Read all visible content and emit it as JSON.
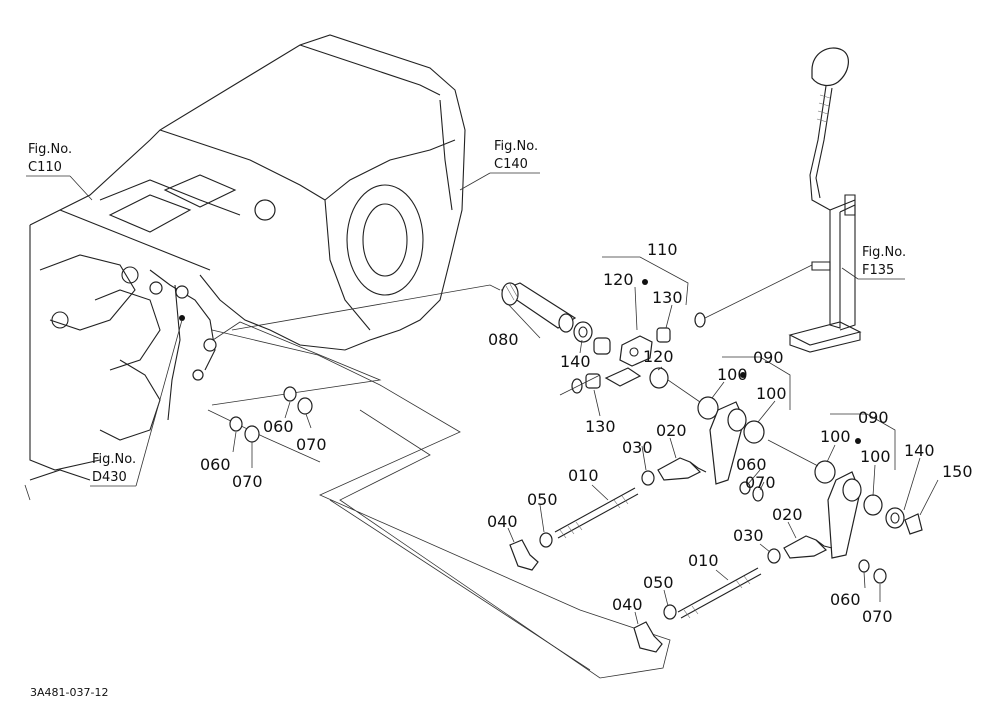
{
  "part_labels": {
    "p010a": "010",
    "p010b": "010",
    "p020a": "020",
    "p020b": "020",
    "p030a": "030",
    "p030b": "030",
    "p040a": "040",
    "p040b": "040",
    "p050a": "050",
    "p050b": "050",
    "p060a": "060",
    "p060b": "060",
    "p060c": "060",
    "p060d": "060",
    "p070a": "070",
    "p070b": "070",
    "p070c": "070",
    "p070d": "070",
    "p080": "080",
    "p090a": "090",
    "p090b": "090",
    "p100a": "100",
    "p100b": "100",
    "p100c": "100",
    "p100d": "100",
    "p110": "110",
    "p120a": "120",
    "p120b": "120",
    "p130a": "130",
    "p130b": "130",
    "p140a": "140",
    "p140b": "140",
    "p150": "150"
  },
  "figure_refs": {
    "c110": {
      "line1": "Fig.No.",
      "line2": "C110"
    },
    "c140": {
      "line1": "Fig.No.",
      "line2": "C140"
    },
    "f135": {
      "line1": "Fig.No.",
      "line2": "F135"
    },
    "d430": {
      "line1": "Fig.No.",
      "line2": "D430"
    }
  },
  "drawing_code": "3A481-037-12"
}
